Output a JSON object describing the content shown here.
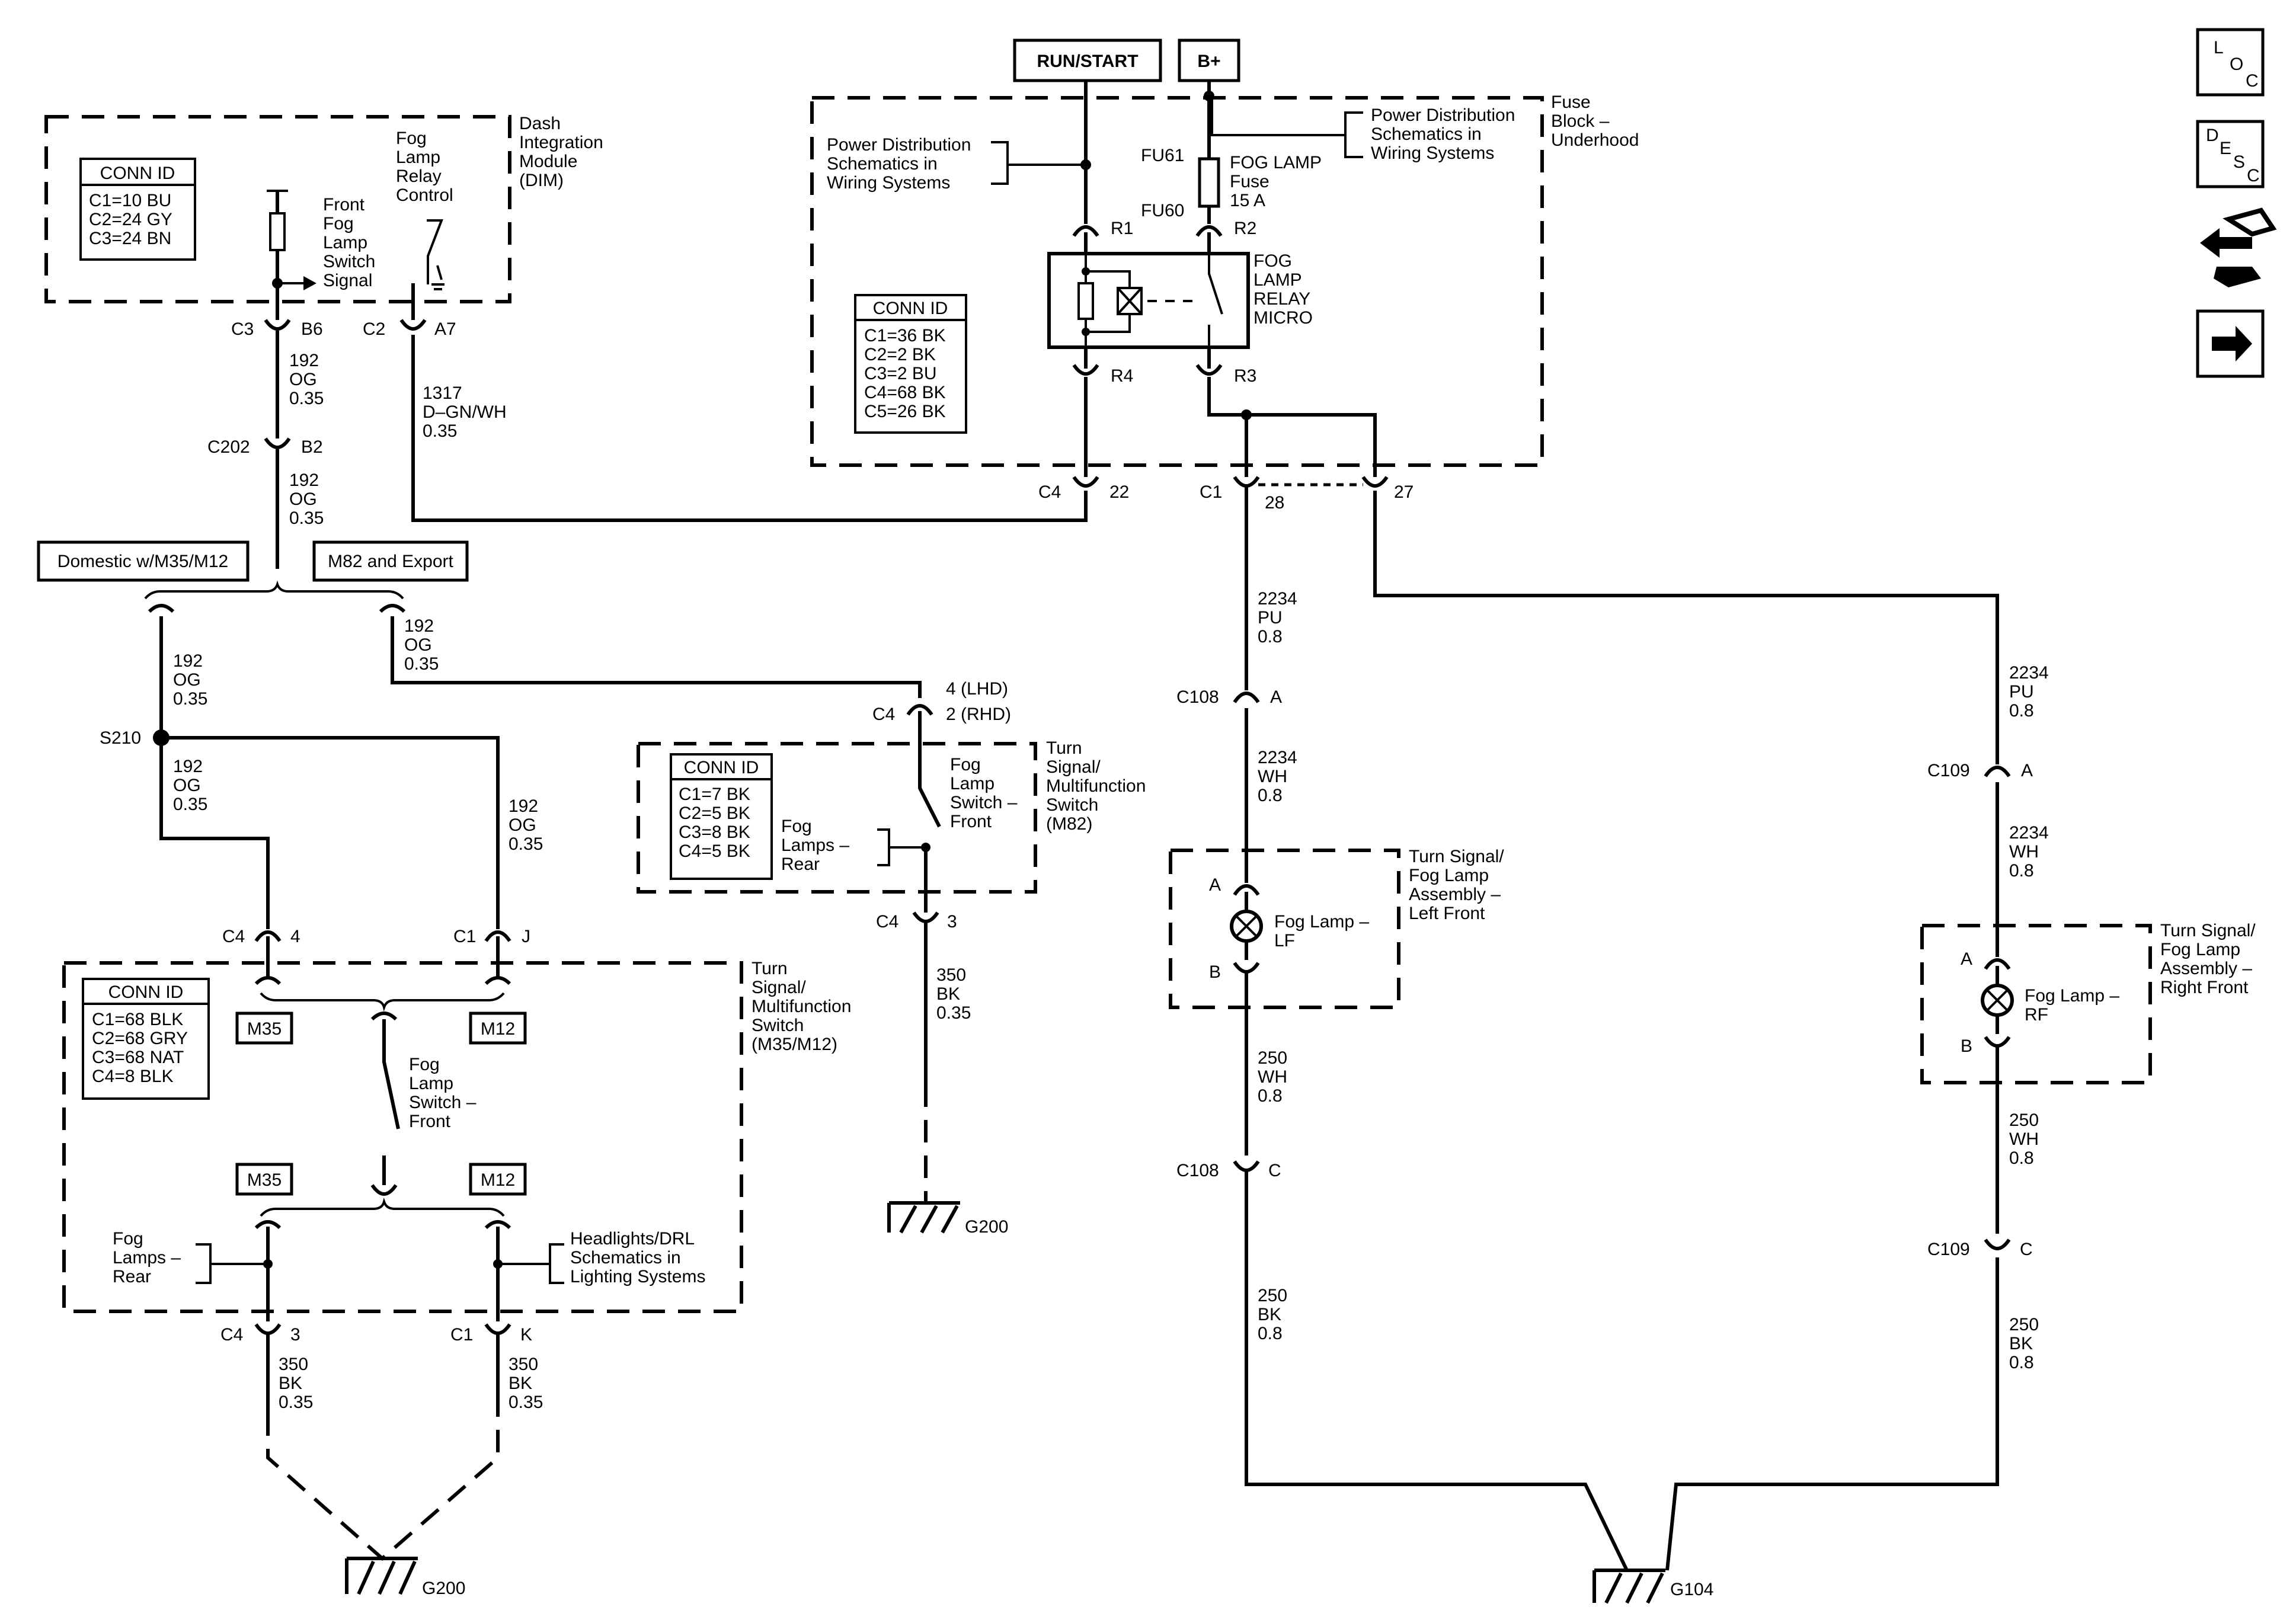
{
  "header": {
    "run_start": "RUN/START",
    "b_plus": "B+"
  },
  "side_icons": [
    {
      "name": "loc-icon",
      "chars": [
        "L",
        "O",
        "C"
      ]
    },
    {
      "name": "desc-icon",
      "chars": [
        "D",
        "E",
        "S",
        "C"
      ]
    },
    {
      "name": "diagnostic-icon"
    },
    {
      "name": "next-arrow-icon"
    }
  ],
  "fuse_block": {
    "title": [
      "Fuse",
      "Block –",
      "Underhood"
    ],
    "pd_left": [
      "Power Distribution",
      "Schematics in",
      "Wiring Systems"
    ],
    "pd_right": [
      "Power Distribution",
      "Schematics in",
      "Wiring Systems"
    ],
    "fu61": "FU61",
    "fu60": "FU60",
    "fuse_label": [
      "FOG LAMP",
      "Fuse",
      "15 A"
    ],
    "relay_label": [
      "FOG",
      "LAMP",
      "RELAY",
      "MICRO"
    ],
    "r1": "R1",
    "r2": "R2",
    "r3": "R3",
    "r4": "R4",
    "conn_title": "CONN ID",
    "conn_lines": [
      "C1=36 BK",
      "C2=2 BK",
      "C3=2 BU",
      "C4=68 BK",
      "C5=26 BK"
    ]
  },
  "dim": {
    "title": [
      "Dash",
      "Integration",
      "Module",
      "(DIM)"
    ],
    "conn_title": "CONN ID",
    "conn_lines": [
      "C1=10 BU",
      "C2=24 GY",
      "C3=24 BN"
    ],
    "switch_signal": [
      "Front",
      "Fog",
      "Lamp",
      "Switch",
      "Signal"
    ],
    "relay_control": [
      "Fog",
      "Lamp",
      "Relay",
      "Control"
    ]
  },
  "connectors": {
    "c3": "C3",
    "b6": "B6",
    "c2": "C2",
    "a7": "A7",
    "c202": "C202",
    "b2": "B2",
    "c4_22": "C4",
    "n22": "22",
    "c1_28": "C1",
    "n28": "28",
    "n27": "27",
    "c108a": "C108",
    "a_108": "A",
    "c108c": "C108",
    "c_108": "C",
    "c109a": "C109",
    "a_109": "A",
    "c109c": "C109",
    "c_109": "C",
    "c4_m82": "C4",
    "lhd": "4 (LHD)",
    "rhd": "2 (RHD)",
    "c4_3": "C4",
    "n3": "3",
    "c4_4": "C4",
    "n4": "4",
    "c1_j": "C1",
    "nj": "J",
    "c4_3b": "C4",
    "n3b": "3",
    "c1_k": "C1",
    "nk": "K",
    "s210": "S210"
  },
  "wires": {
    "w192a": [
      "192",
      "OG",
      "0.35"
    ],
    "w192b": [
      "192",
      "OG",
      "0.35"
    ],
    "w192c": [
      "192",
      "OG",
      "0.35"
    ],
    "w192d": [
      "192",
      "OG",
      "0.35"
    ],
    "w192e": [
      "192",
      "OG",
      "0.35"
    ],
    "w192f": [
      "192",
      "OG",
      "0.35"
    ],
    "w1317": [
      "1317",
      "D–GN/WH",
      "0.35"
    ],
    "w2234pu_l": [
      "2234",
      "PU",
      "0.8"
    ],
    "w2234wh_l": [
      "2234",
      "WH",
      "0.8"
    ],
    "w250wh_l": [
      "250",
      "WH",
      "0.8"
    ],
    "w250bk_l": [
      "250",
      "BK",
      "0.8"
    ],
    "w2234pu_r": [
      "2234",
      "PU",
      "0.8"
    ],
    "w2234wh_r": [
      "2234",
      "WH",
      "0.8"
    ],
    "w250wh_r": [
      "250",
      "WH",
      "0.8"
    ],
    "w250bk_r": [
      "250",
      "BK",
      "0.8"
    ],
    "w350_m82": [
      "350",
      "BK",
      "0.35"
    ],
    "w350_l": [
      "350",
      "BK",
      "0.35"
    ],
    "w350_r": [
      "350",
      "BK",
      "0.35"
    ]
  },
  "options": {
    "domestic": "Domestic w/M35/M12",
    "export": "M82 and Export",
    "m35_top": "M35",
    "m12_top": "M12",
    "m35_bot": "M35",
    "m12_bot": "M12"
  },
  "switch_m82": {
    "title": [
      "Turn",
      "Signal/",
      "Multifunction",
      "Switch",
      "(M82)"
    ],
    "conn_title": "CONN ID",
    "conn_lines": [
      "C1=7 BK",
      "C2=5 BK",
      "C3=8 BK",
      "C4=5 BK"
    ],
    "switch_front": [
      "Fog",
      "Lamp",
      "Switch –",
      "Front"
    ],
    "rear": [
      "Fog",
      "Lamps –",
      "Rear"
    ]
  },
  "switch_m35": {
    "title": [
      "Turn",
      "Signal/",
      "Multifunction",
      "Switch",
      "(M35/M12)"
    ],
    "conn_title": "CONN ID",
    "conn_lines": [
      "C1=68 BLK",
      "C2=68 GRY",
      "C3=68 NAT",
      "C4=8 BLK"
    ],
    "switch_front": [
      "Fog",
      "Lamp",
      "Switch –",
      "Front"
    ],
    "rear": [
      "Fog",
      "Lamps –",
      "Rear"
    ],
    "headlights": [
      "Headlights/DRL",
      "Schematics in",
      "Lighting Systems"
    ]
  },
  "lamps": {
    "lf_title": [
      "Turn Signal/",
      "Fog Lamp",
      "Assembly –",
      "Left Front"
    ],
    "lf_label": [
      "Fog Lamp –",
      "LF"
    ],
    "lf_a": "A",
    "lf_b": "B",
    "rf_title": [
      "Turn Signal/",
      "Fog Lamp",
      "Assembly –",
      "Right Front"
    ],
    "rf_label": [
      "Fog Lamp –",
      "RF"
    ],
    "rf_a": "A",
    "rf_b": "B"
  },
  "grounds": {
    "g200_mid": "G200",
    "g200_bot": "G200",
    "g104": "G104"
  }
}
